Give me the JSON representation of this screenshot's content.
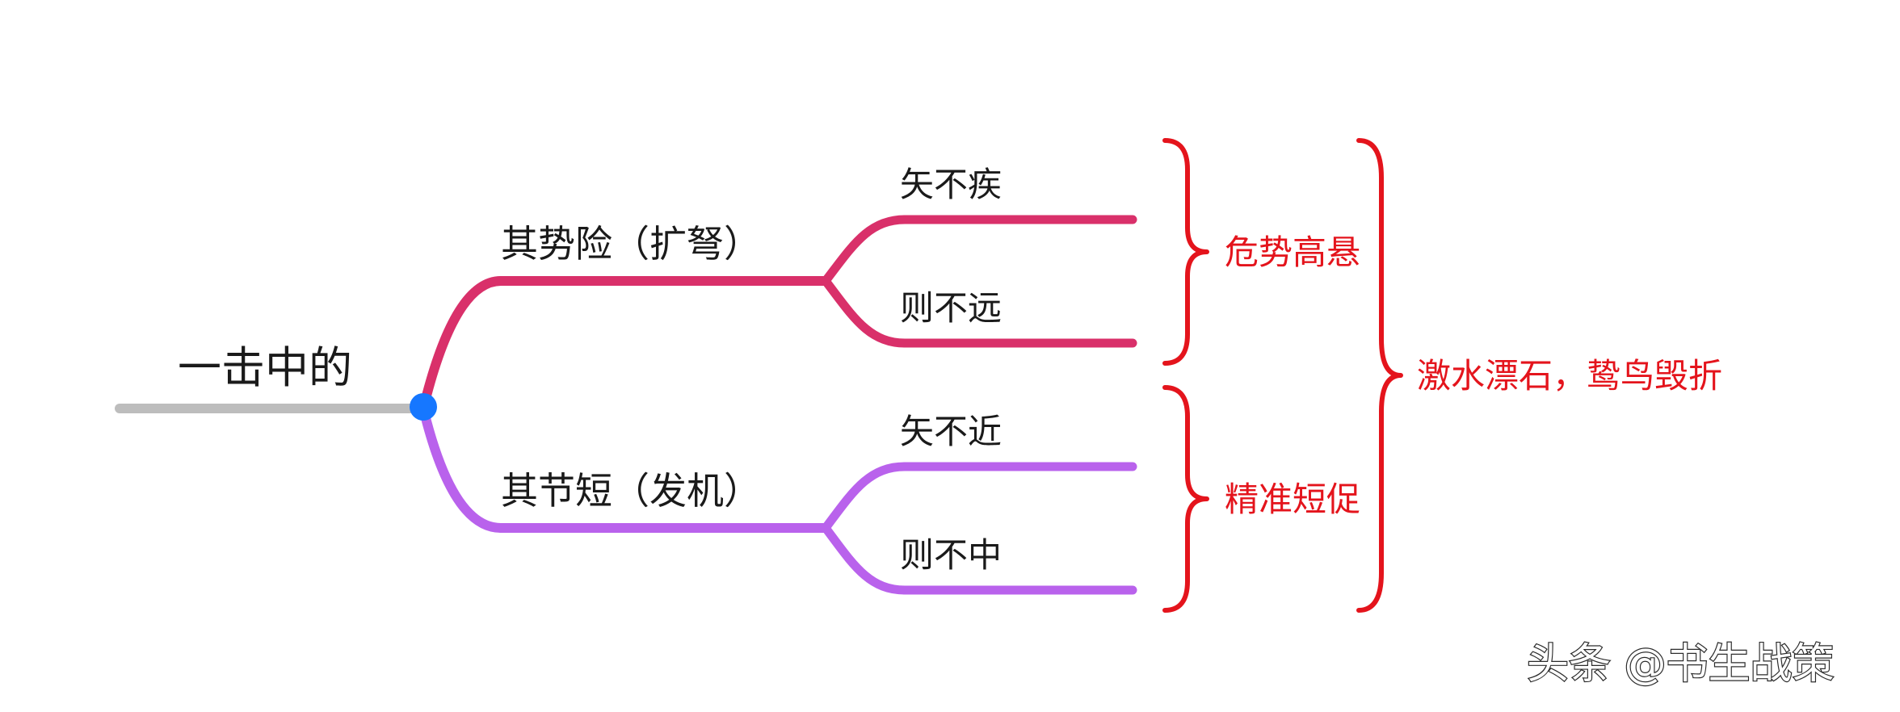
{
  "root": {
    "label": "一击中的"
  },
  "branches": [
    {
      "label": "其势险（扩弩）",
      "color": "#d9306a",
      "children": [
        {
          "label": "矢不疾"
        },
        {
          "label": "则不远"
        }
      ],
      "summary": "危势高悬"
    },
    {
      "label": "其节短（发机）",
      "color": "#b962ec",
      "children": [
        {
          "label": "矢不近"
        },
        {
          "label": "则不中"
        }
      ],
      "summary": "精准短促"
    }
  ],
  "overall_summary": "激水漂石，鸷鸟毁折",
  "colors": {
    "root_line": "#bdbdbd",
    "root_node": "#1677ff",
    "summary_brace": "#e4141c"
  },
  "watermark": "头条 @书生战策"
}
